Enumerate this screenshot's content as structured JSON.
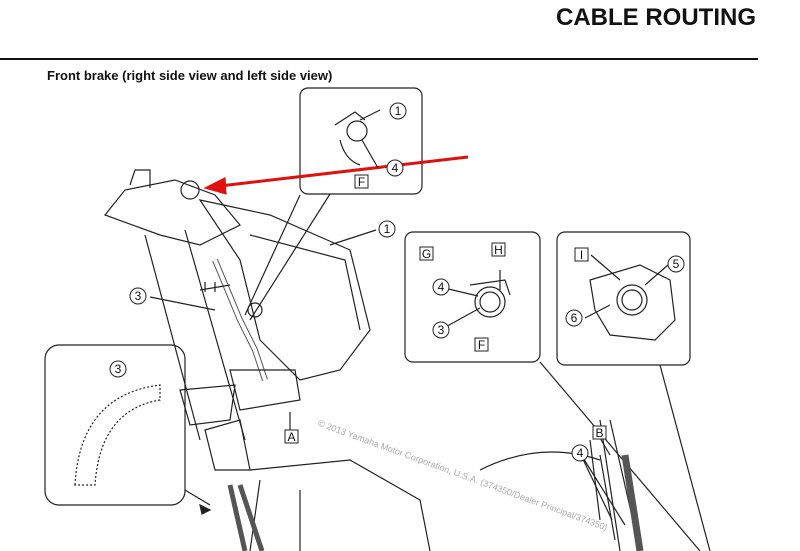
{
  "header": {
    "title": "CABLE ROUTING"
  },
  "section": {
    "heading": "Front brake (right side view and left side view)"
  },
  "watermark": "© 2013 Yamaha Motor Corporation, U.S.A. (374350/Dealer Principal/374350)",
  "callouts": {
    "c1": "1",
    "c4": "4",
    "c1b": "1",
    "c3a": "3",
    "c3b": "3",
    "c4g": "4",
    "c3g": "3",
    "c5": "5",
    "c6": "6",
    "c4b": "4"
  },
  "letters": {
    "F": "F",
    "A": "A",
    "G": "G",
    "H": "H",
    "F2": "F",
    "I": "I",
    "B": "B"
  },
  "colors": {
    "arrow": "#e01010"
  }
}
